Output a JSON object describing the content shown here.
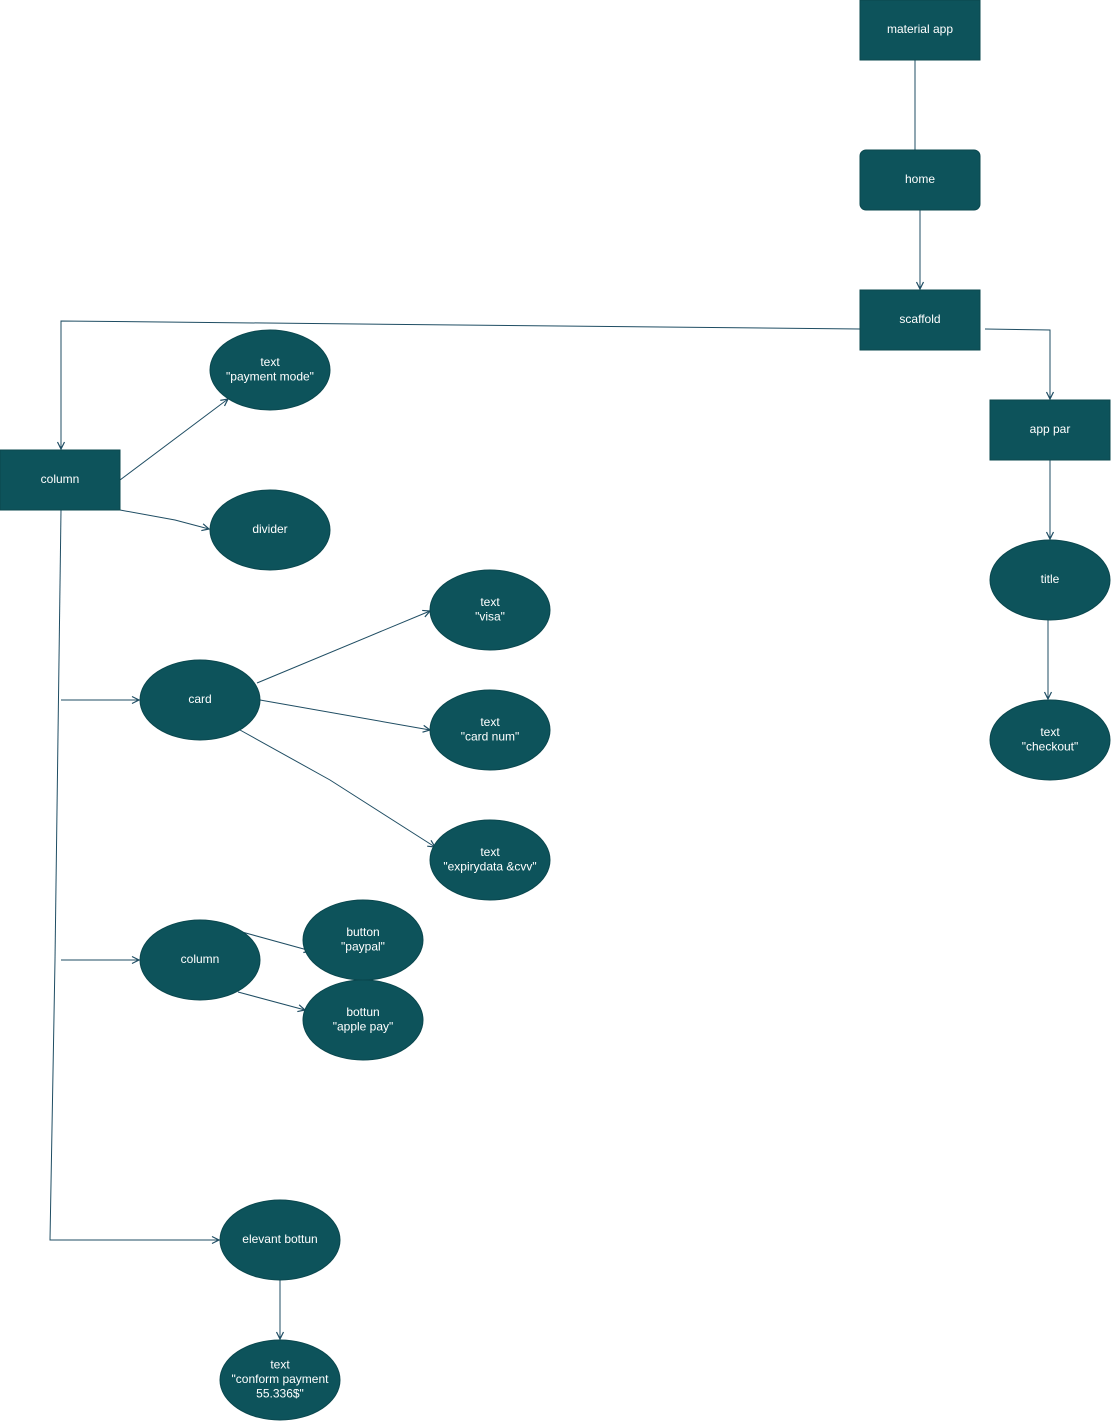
{
  "colors": {
    "node_fill": "#0d535b",
    "node_stroke": "#0a474e",
    "edge": "#1f4d63",
    "text": "#ffffff"
  },
  "nodes": {
    "material_app": {
      "lines": [
        "material app"
      ]
    },
    "home": {
      "lines": [
        "home"
      ]
    },
    "scaffold": {
      "lines": [
        "scaffold"
      ]
    },
    "app_bar": {
      "lines": [
        "app par"
      ]
    },
    "title": {
      "lines": [
        "title"
      ]
    },
    "text_checkout": {
      "lines": [
        "text",
        "\"checkout\""
      ]
    },
    "column_main": {
      "lines": [
        "column"
      ]
    },
    "text_payment_mode": {
      "lines": [
        "text",
        "\"payment mode\""
      ]
    },
    "divider": {
      "lines": [
        "divider"
      ]
    },
    "card": {
      "lines": [
        "card"
      ]
    },
    "text_visa": {
      "lines": [
        "text",
        "\"visa\""
      ]
    },
    "text_card_num": {
      "lines": [
        "text",
        "\"card num\""
      ]
    },
    "text_expiry_cvv": {
      "lines": [
        "text",
        "\"expirydata &cvv\""
      ]
    },
    "column_buttons": {
      "lines": [
        "column"
      ]
    },
    "button_paypal": {
      "lines": [
        "button",
        "\"paypal\""
      ]
    },
    "button_apple_pay": {
      "lines": [
        "bottun",
        "\"apple pay\""
      ]
    },
    "elevated_button": {
      "lines": [
        "elevant bottun"
      ]
    },
    "text_confirm_payment": {
      "lines": [
        "text",
        "\"conform payment",
        "55.336$\""
      ]
    }
  }
}
